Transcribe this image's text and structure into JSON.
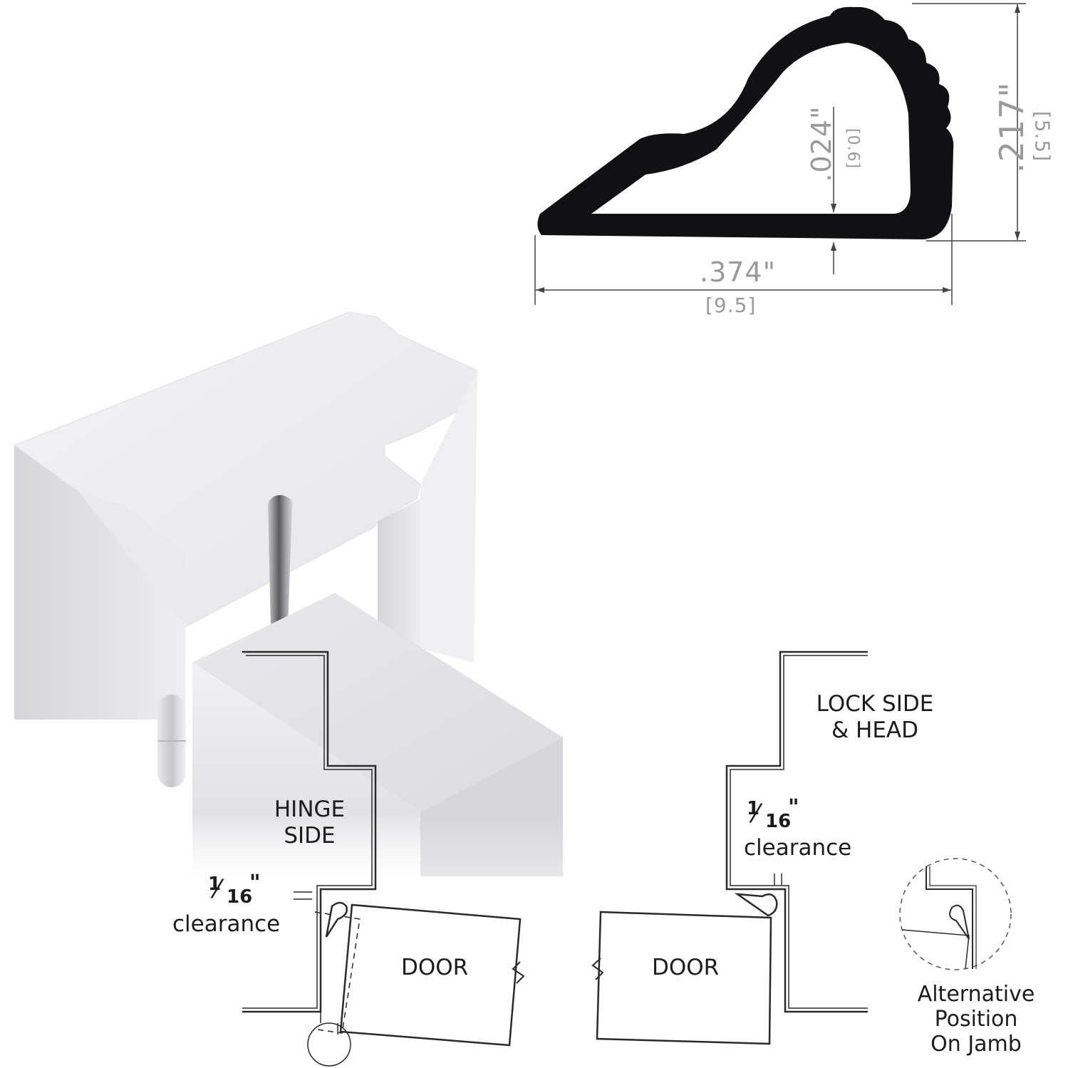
{
  "profile": {
    "width_in": ".374\"",
    "width_mm": "[9.5]",
    "height_in": ".217\"",
    "height_mm": "[5.5]",
    "wall_in": ".024\"",
    "wall_mm": "[0.6]"
  },
  "hinge_side": {
    "label_line1": "HINGE",
    "label_line2": "SIDE",
    "clearance_num": "1",
    "clearance_den": "16",
    "clearance_mark": "\"",
    "clearance_word": "clearance",
    "door_label": "DOOR"
  },
  "lock_side": {
    "label_line1": "LOCK SIDE",
    "label_line2": "& HEAD",
    "clearance_num": "1",
    "clearance_den": "16",
    "clearance_mark": "\"",
    "clearance_word": "clearance",
    "door_label": "DOOR"
  },
  "alternative": {
    "line1": "Alternative",
    "line2": "Position",
    "line3": "On Jamb"
  }
}
